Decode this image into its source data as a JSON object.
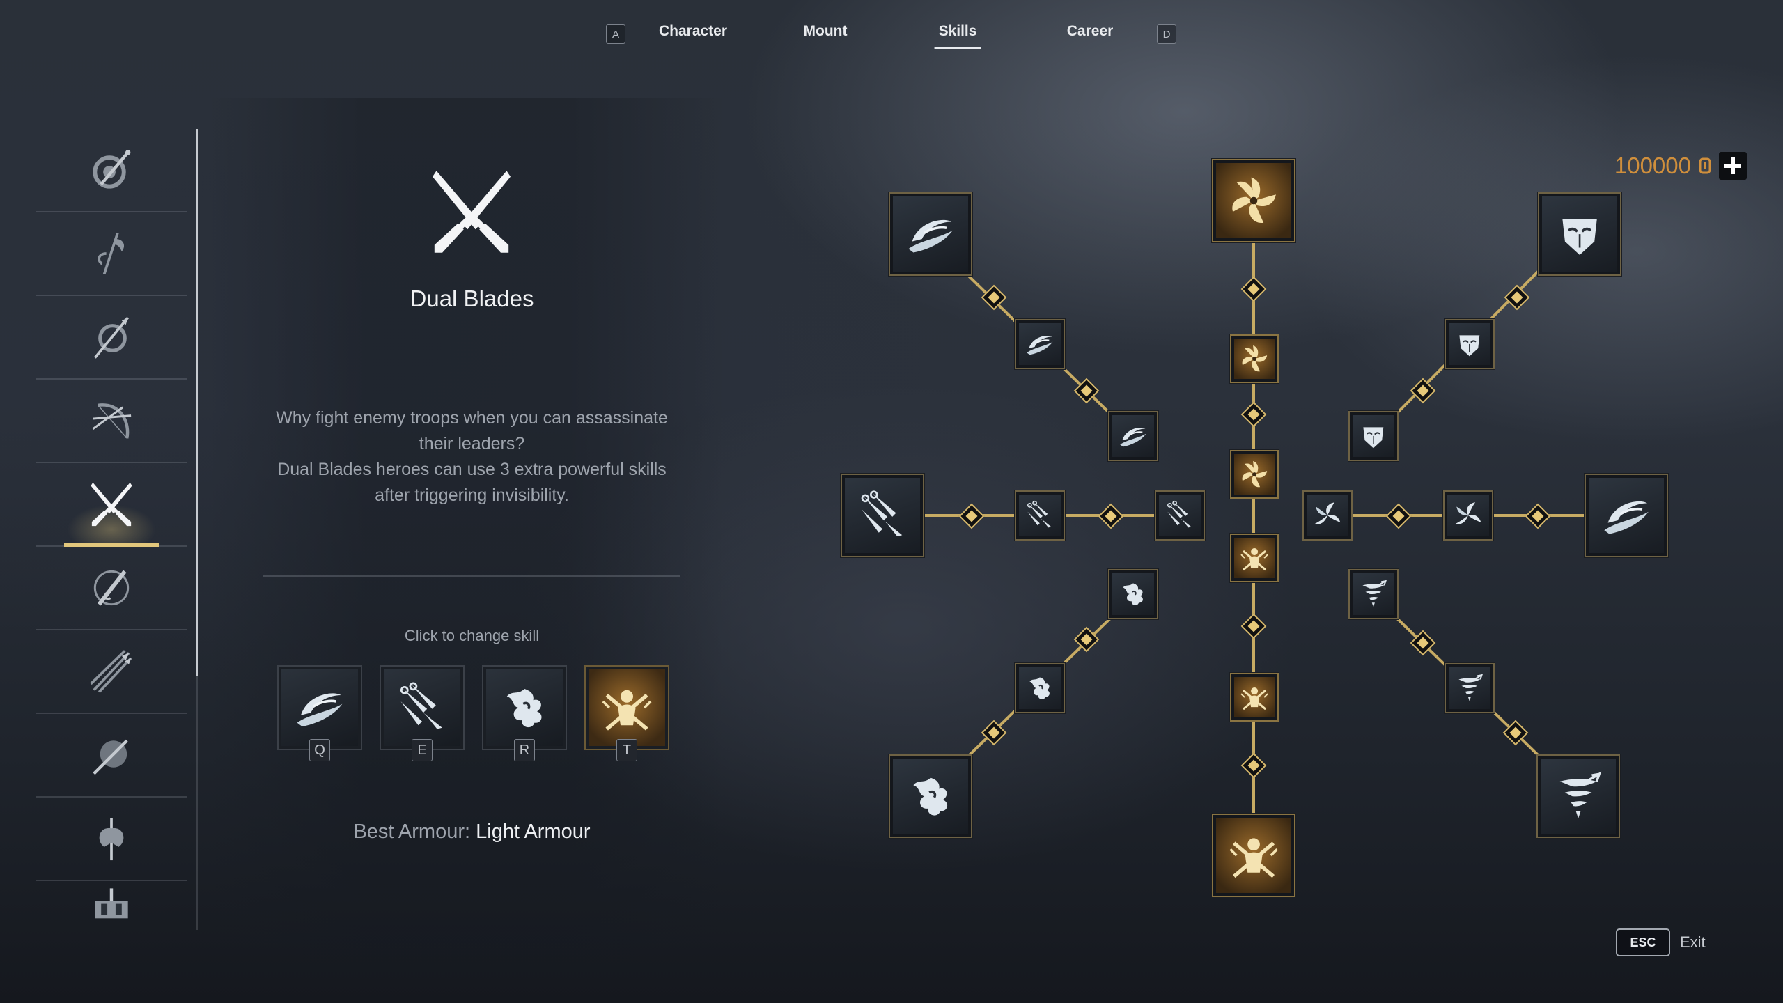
{
  "nav": {
    "prev_key": "A",
    "next_key": "D",
    "tabs": [
      "Character",
      "Mount",
      "Skills",
      "Career"
    ],
    "active_tab": "Skills"
  },
  "sidebar": {
    "items": [
      {
        "icon": "shield-sword-class-icon"
      },
      {
        "icon": "glaive-class-icon"
      },
      {
        "icon": "spear-shield-class-icon"
      },
      {
        "icon": "bow-class-icon"
      },
      {
        "icon": "dual-blades-class-icon",
        "active": true
      },
      {
        "icon": "musket-class-icon"
      },
      {
        "icon": "polearm-class-icon"
      },
      {
        "icon": "sword-shield-class-icon"
      },
      {
        "icon": "war-axe-class-icon"
      },
      {
        "icon": "hammer-class-icon"
      }
    ]
  },
  "class_panel": {
    "title": "Dual Blades",
    "description": "Why fight enemy troops when you can assassinate their leaders?\nDual Blades heroes can use 3 extra powerful skills after triggering invisibility.",
    "change_label": "Click to change skill",
    "slots": [
      {
        "key": "Q",
        "icon": "swirl-slash-icon"
      },
      {
        "key": "E",
        "icon": "kunai-burst-icon"
      },
      {
        "key": "R",
        "icon": "smoke-bird-icon"
      },
      {
        "key": "T",
        "icon": "golden-assassin-icon"
      }
    ],
    "armour_label": "Best Armour:",
    "armour_value": "Light Armour"
  },
  "points": {
    "value": "100000"
  },
  "exit": {
    "key": "ESC",
    "label": "Exit"
  },
  "colors": {
    "accent_gold": "#e2c77c",
    "points_orange": "#d08f3c",
    "node_border": "#6e6244"
  },
  "skill_tree": {
    "nodes": [
      {
        "name": "tree-node-n-ultimate",
        "icon": "golden-shuriken-icon",
        "gold": true
      },
      {
        "name": "tree-node-n-2",
        "icon": "golden-shuriken-small-icon",
        "gold": true
      },
      {
        "name": "tree-node-n-1",
        "icon": "golden-shuriken-small-icon",
        "gold": true
      },
      {
        "name": "tree-node-ne-ultimate",
        "icon": "masked-face-icon"
      },
      {
        "name": "tree-node-ne-2",
        "icon": "mask-icon"
      },
      {
        "name": "tree-node-ne-1",
        "icon": "mask-icon"
      },
      {
        "name": "tree-node-e-ultimate",
        "icon": "crescent-slash-icon"
      },
      {
        "name": "tree-node-e-2",
        "icon": "blade-spin-icon"
      },
      {
        "name": "tree-node-e-1",
        "icon": "blade-spin-icon"
      },
      {
        "name": "tree-node-se-ultimate",
        "icon": "tornado-arrow-icon"
      },
      {
        "name": "tree-node-se-2",
        "icon": "tornado-icon"
      },
      {
        "name": "tree-node-se-1",
        "icon": "tornado-icon"
      },
      {
        "name": "tree-node-s-ultimate",
        "icon": "golden-assassin-icon",
        "gold": true
      },
      {
        "name": "tree-node-s-2",
        "icon": "golden-assassin-icon",
        "gold": true
      },
      {
        "name": "tree-node-s-1",
        "icon": "golden-assassin-icon",
        "gold": true
      },
      {
        "name": "tree-node-sw-ultimate",
        "icon": "smoke-bird-icon"
      },
      {
        "name": "tree-node-sw-2",
        "icon": "smoke-icon"
      },
      {
        "name": "tree-node-sw-1",
        "icon": "smoke-icon"
      },
      {
        "name": "tree-node-w-ultimate",
        "icon": "kunai-burst-icon"
      },
      {
        "name": "tree-node-w-2",
        "icon": "kunai-icon"
      },
      {
        "name": "tree-node-w-1",
        "icon": "kunai-icon"
      },
      {
        "name": "tree-node-nw-ultimate",
        "icon": "swirl-slash-icon"
      },
      {
        "name": "tree-node-nw-2",
        "icon": "swirl-icon"
      },
      {
        "name": "tree-node-nw-1",
        "icon": "swirl-icon"
      }
    ]
  }
}
